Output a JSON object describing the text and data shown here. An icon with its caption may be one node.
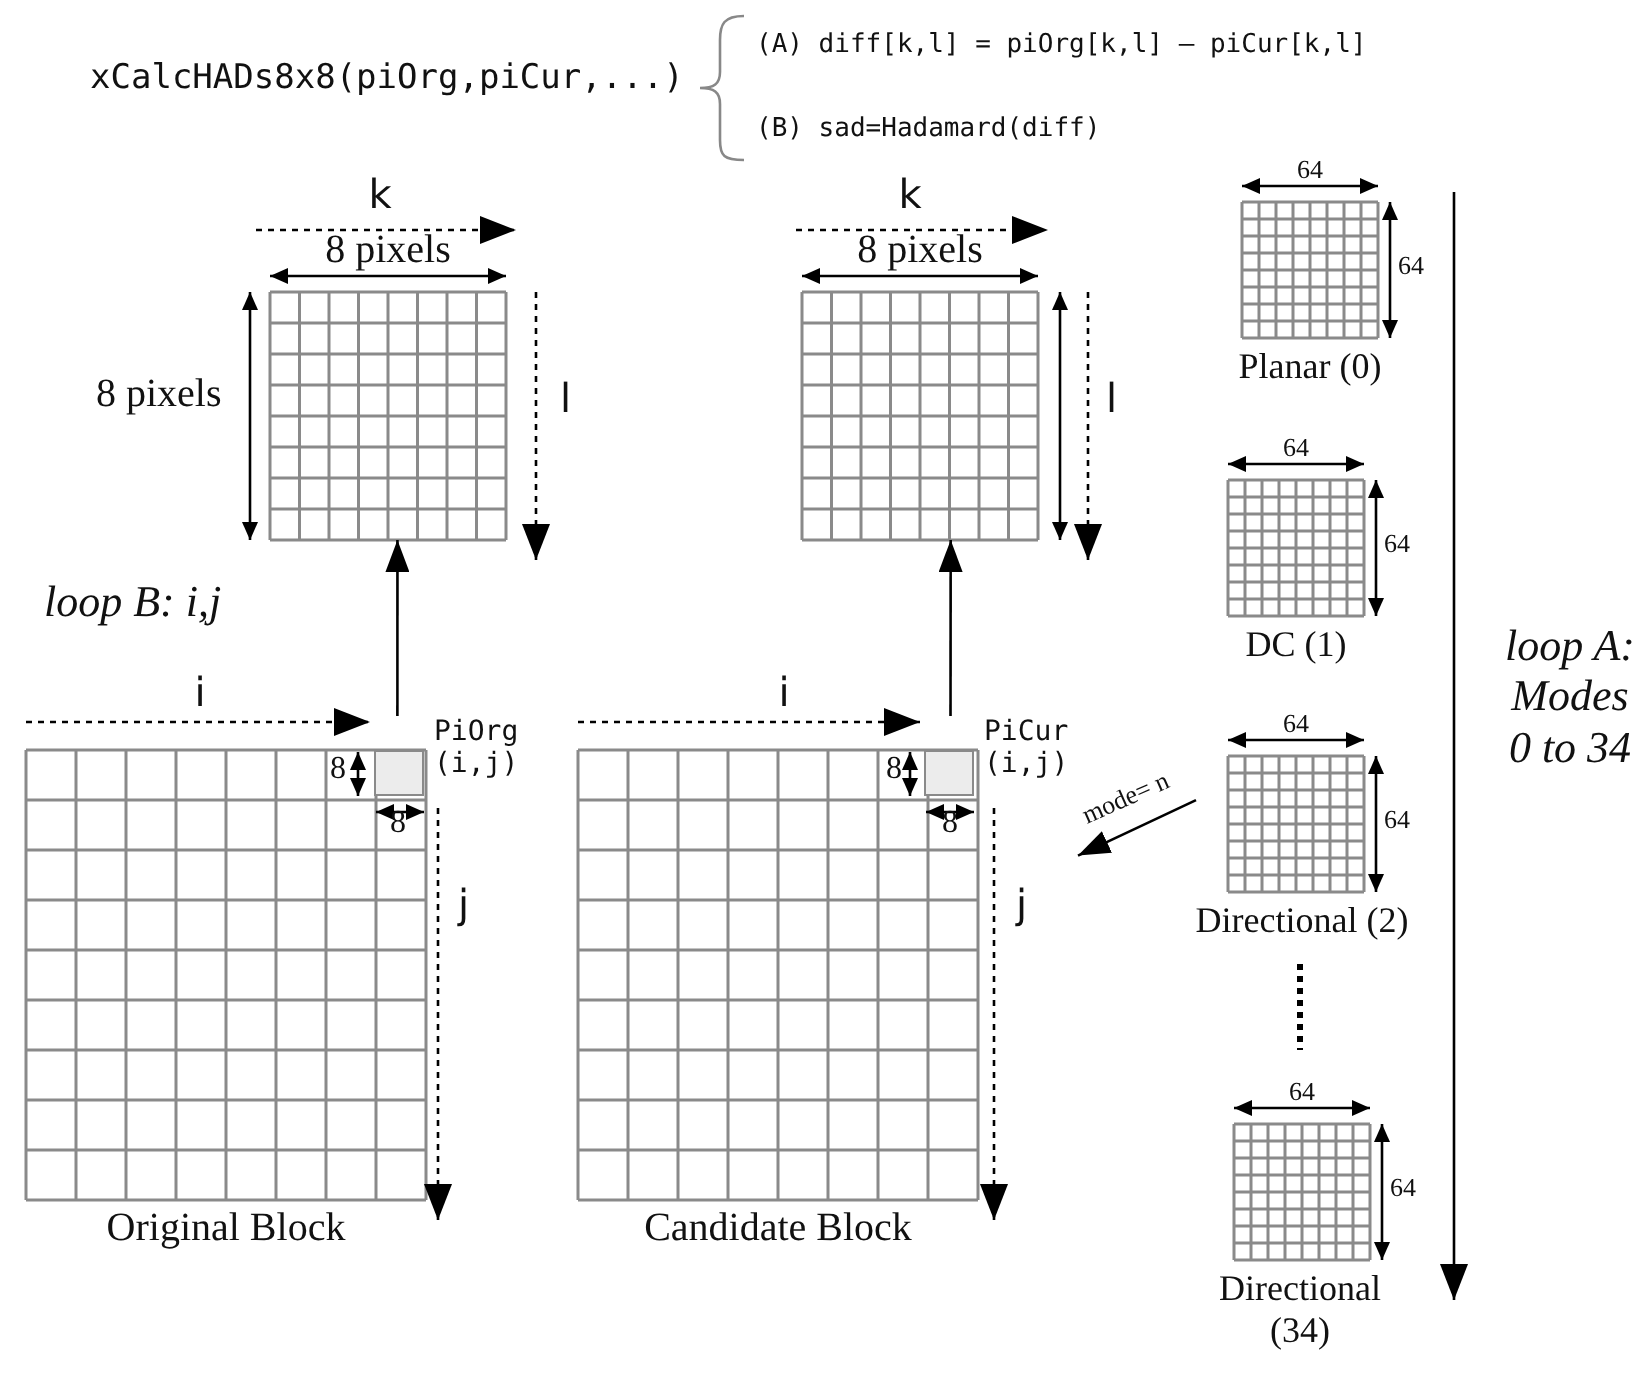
{
  "diagram": {
    "nodes": [
      {
        "text": [
          "Original Block"
        ]
      },
      {
        "text": [
          "Candidate Block"
        ]
      },
      {
        "text": [],
        "shape": "box",
        "beside": [
          "8 pixels",
          "8 pixels"
        ]
      },
      {
        "text": [],
        "shape": "box",
        "beside": [
          "8 pixels"
        ]
      },
      {
        "text": [
          "PiOrg (i,j)"
        ],
        "in": 0
      },
      {
        "text": [
          "PiCur (i,j)"
        ],
        "in": 1
      },
      {
        "text": [
          "Planar (0)"
        ]
      },
      {
        "text": [
          "DC (1)"
        ]
      },
      {
        "text": [
          "Directional (2)"
        ]
      },
      {
        "text": [
          "Directional (34)"
        ]
      }
    ],
    "edges": [
      {
        "from": 4,
        "to": 2,
        "arrow": "to"
      },
      {
        "from": 5,
        "to": 3,
        "arrow": "to"
      },
      {
        "from": 8,
        "to": 1,
        "arrow": "to",
        "label": "mode= n"
      }
    ],
    "labels": [
      "xCalcHADs8x8(piOrg,piCur,...)",
      "(A) diff[k,l] = piOrg[k,l] – piCur[k,l]",
      "(B) sad=Hadamard(diff)",
      "k",
      "k",
      "l",
      "l",
      "loop B: i,j",
      "i",
      "i",
      "8",
      "8",
      "8",
      "8",
      "j",
      "j",
      "loop A: Modes 0 to 34",
      "64",
      "64",
      "64",
      "64",
      "64",
      "64",
      "64",
      "64"
    ]
  }
}
